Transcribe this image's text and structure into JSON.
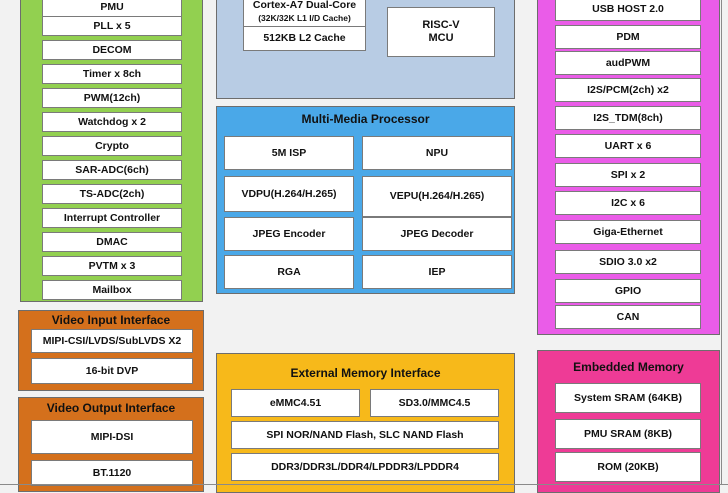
{
  "system": {
    "items": [
      "PMU",
      "PLL x 5",
      "DECOM",
      "Timer x 8ch",
      "PWM(12ch)",
      "Watchdog x 2",
      "Crypto",
      "SAR-ADC(6ch)",
      "TS-ADC(2ch)",
      "Interrupt Controller",
      "DMAC",
      "PVTM x 3",
      "Mailbox"
    ]
  },
  "cpu": {
    "core_title": "Cortex-A7 Dual-Core",
    "core_cache": "(32K/32K L1 I/D Cache)",
    "l2": "512KB L2 Cache",
    "mcu_line1": "RISC-V",
    "mcu_line2": "MCU"
  },
  "multimedia": {
    "title": "Multi-Media Processor",
    "items": [
      "5M ISP",
      "NPU",
      "VDPU(H.264/H.265)",
      "VEPU(H.264/H.265)",
      "JPEG Encoder",
      "JPEG Decoder",
      "RGA",
      "IEP"
    ]
  },
  "connectivity": {
    "items": [
      "USB HOST 2.0",
      "PDM",
      "audPWM",
      "I2S/PCM(2ch) x2",
      "I2S_TDM(8ch)",
      "UART x 6",
      "SPI x 2",
      "I2C x 6",
      "Giga-Ethernet",
      "SDIO 3.0 x2",
      "GPIO",
      "CAN"
    ]
  },
  "video_input": {
    "title": "Video Input Interface",
    "items": [
      "MIPI-CSI/LVDS/SubLVDS X2",
      "16-bit DVP"
    ]
  },
  "video_output": {
    "title": "Video Output Interface",
    "items": [
      "MIPI-DSI",
      "BT.1120"
    ]
  },
  "external_memory": {
    "title": "External Memory Interface",
    "items": [
      "eMMC4.51",
      "SD3.0/MMC4.5",
      "SPI NOR/NAND Flash, SLC NAND Flash",
      "DDR3/DDR3L/DDR4/LPDDR3/LPDDR4"
    ]
  },
  "embedded_memory": {
    "title": "Embedded Memory",
    "items": [
      "System SRAM (64KB)",
      "PMU SRAM (8KB)",
      "ROM (20KB)"
    ]
  },
  "colors": {
    "system": "#92d050",
    "cpu": "#b8cce4",
    "multimedia": "#4aa8e8",
    "connectivity": "#ea5ce8",
    "video": "#d4701c",
    "external_memory": "#f7b91a",
    "embedded_memory": "#ee3b96"
  }
}
